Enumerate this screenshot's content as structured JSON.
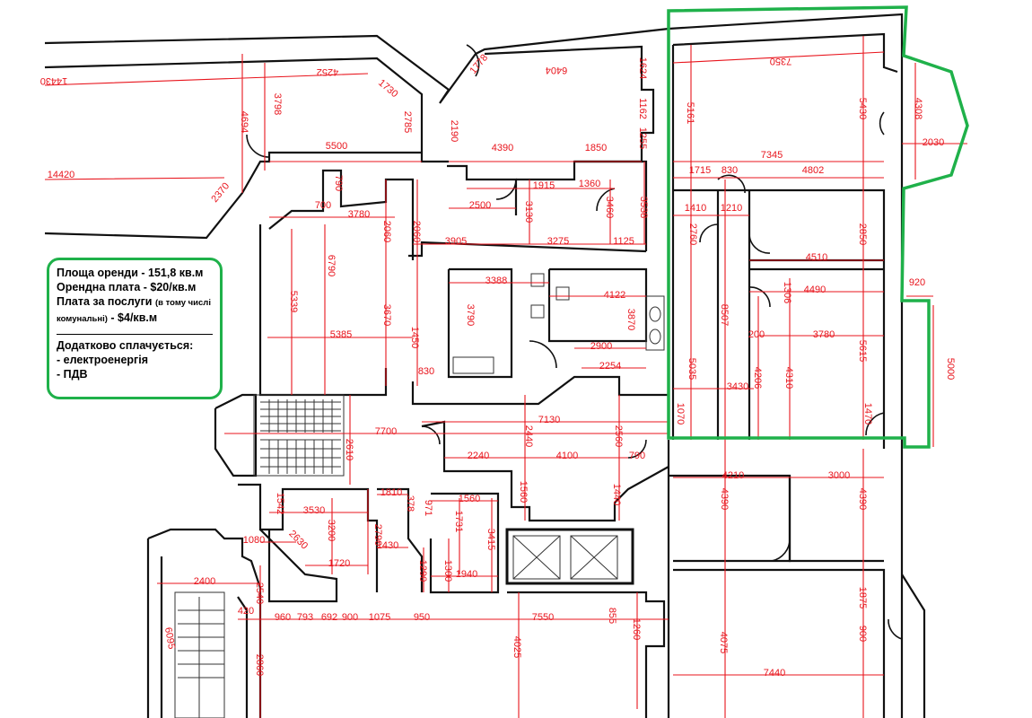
{
  "info_box": {
    "area": "Площа оренди - 151,8 кв.м",
    "rent": "Орендна плата - $20/кв.м",
    "services_main": "Плата за послуги",
    "services_note": "(в тому числі комунальні)",
    "services_price": "- $4/кв.м",
    "extra_title": "Додатково сплачується:",
    "extra_items": [
      "- електроенергія",
      "- ПДВ"
    ]
  },
  "colors": {
    "lease_outline": "#1fb14a",
    "dimensions": "#e8141c",
    "walls": "#111111"
  },
  "dimensions": [
    "14430",
    "4252",
    "1730",
    "1778",
    "6404",
    "7350",
    "1624",
    "1162",
    "1255",
    "3798",
    "4694",
    "2785",
    "2190",
    "5161",
    "5430",
    "4308",
    "5500",
    "4390",
    "1850",
    "7345",
    "2030",
    "14420",
    "1715",
    "830",
    "4802",
    "2370",
    "790",
    "1915",
    "1360",
    "1410",
    "1210",
    "700",
    "3780",
    "2500",
    "3130",
    "3460",
    "3538",
    "2760",
    "2850",
    "2060",
    "2060",
    "3905",
    "3275",
    "1125",
    "4510",
    "6790",
    "5339",
    "3388",
    "4122",
    "4490",
    "920",
    "1306",
    "3670",
    "3790",
    "3870",
    "8507",
    "5385",
    "1450",
    "200",
    "3780",
    "2900",
    "5035",
    "5615",
    "5000",
    "830",
    "2254",
    "4206",
    "4310",
    "3430",
    "7130",
    "1070",
    "1470",
    "7700",
    "2440",
    "2560",
    "2610",
    "2240",
    "4100",
    "790",
    "4210",
    "3000",
    "1560",
    "1440",
    "4390",
    "4390",
    "1810",
    "1560",
    "1542",
    "3530",
    "378",
    "971",
    "1731",
    "2790",
    "3200",
    "3415",
    "2630",
    "1080",
    "1430",
    "1720",
    "1290",
    "1300",
    "1940",
    "2400",
    "2540",
    "1875",
    "855",
    "420",
    "960",
    "793",
    "692",
    "900",
    "1075",
    "950",
    "7550",
    "1260",
    "4025",
    "4075",
    "900",
    "6095",
    "2860",
    "7440"
  ]
}
